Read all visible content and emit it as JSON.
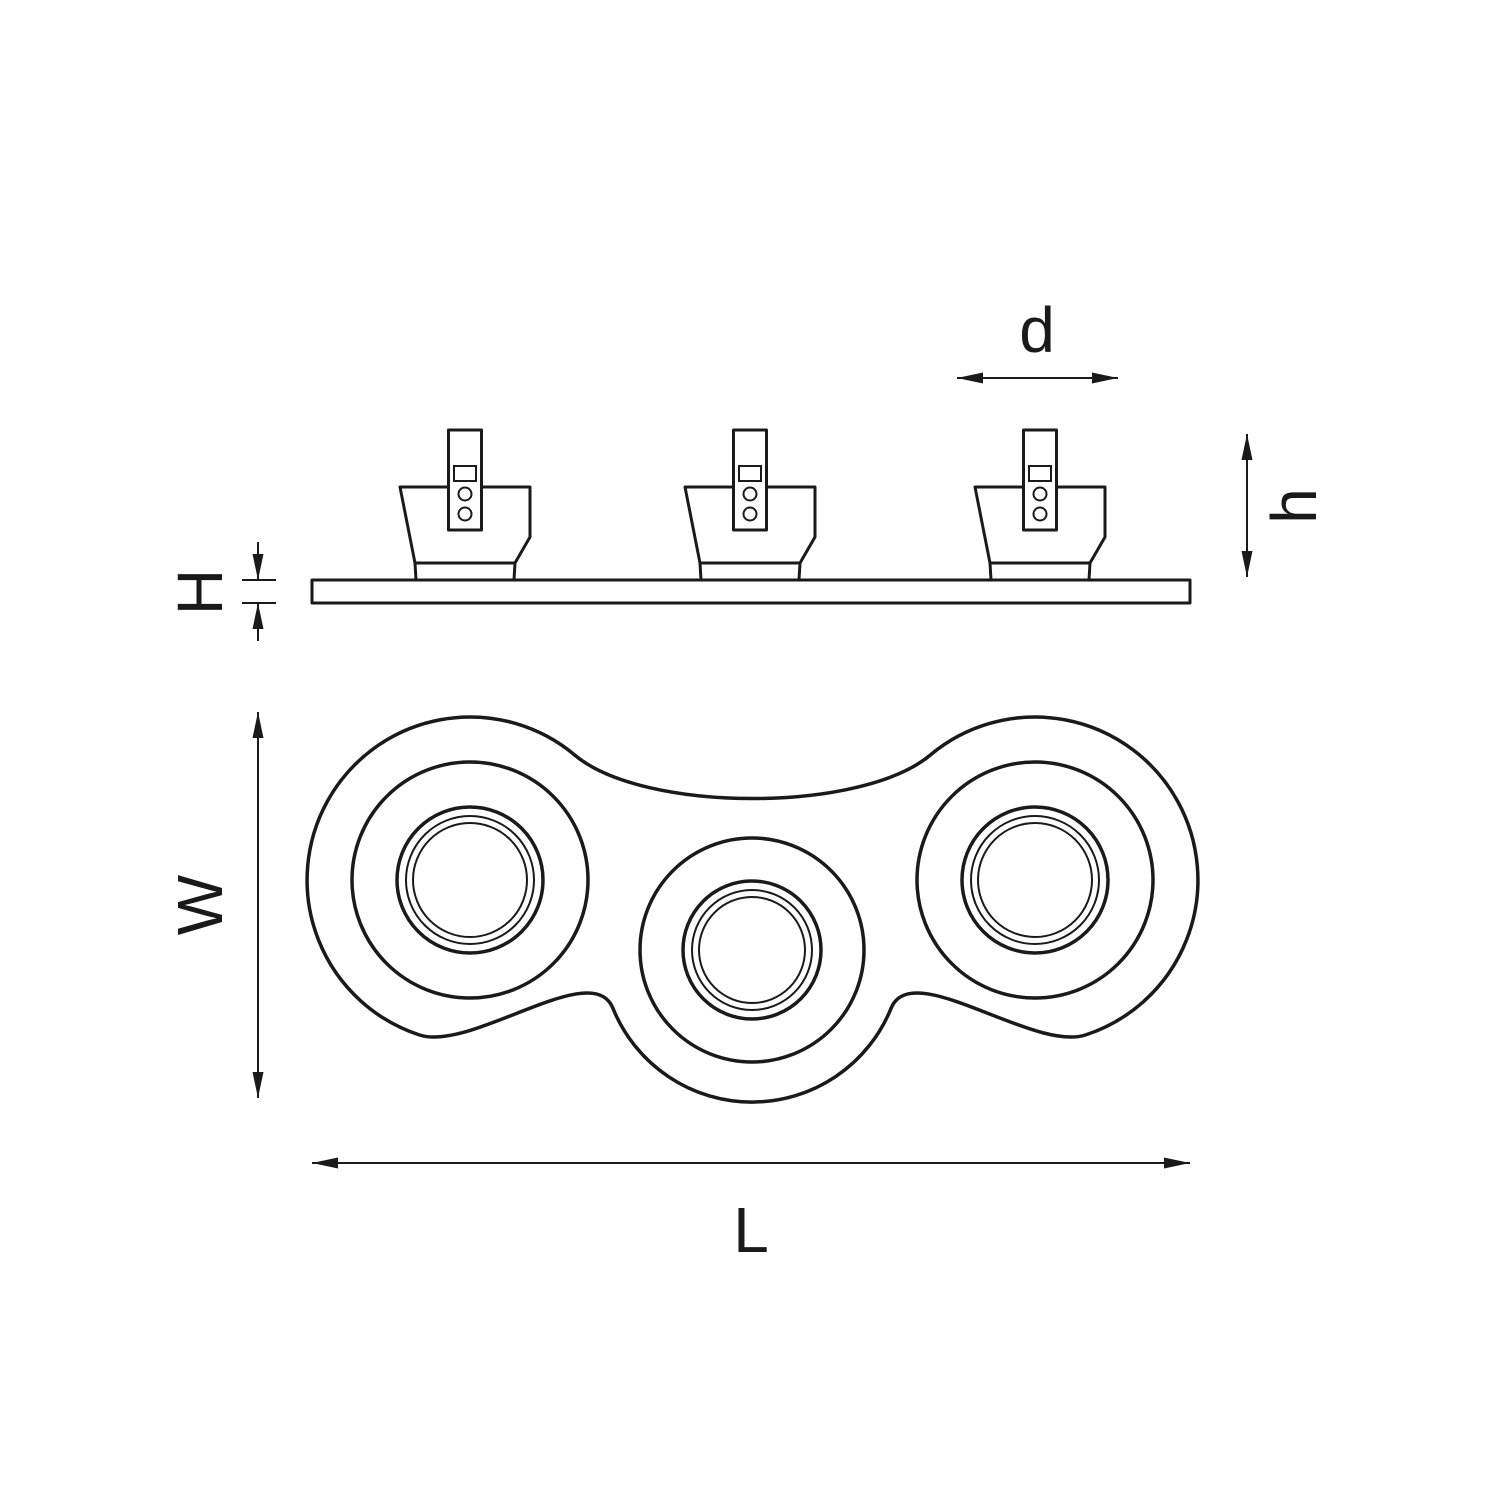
{
  "page": {
    "background_color": "#ffffff",
    "line_color": "#1a1a1a"
  },
  "drawing": {
    "dimension_labels": {
      "d": "d",
      "h": "h",
      "H": "H",
      "W": "W",
      "L": "L"
    }
  }
}
